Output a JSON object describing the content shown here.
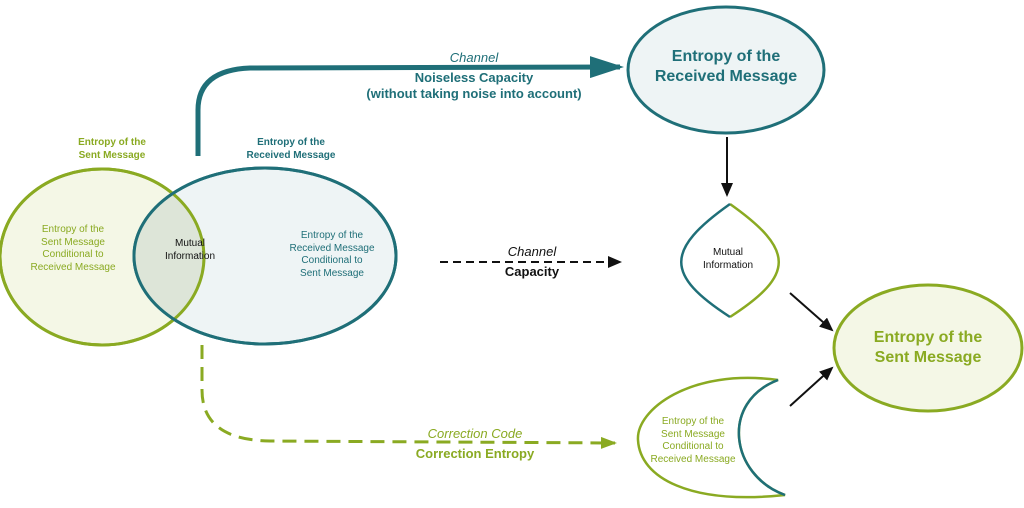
{
  "venn": {
    "sent_title": "Entropy of the\nSent Message",
    "received_title": "Entropy of the\nReceived Message",
    "left_region": "Entropy of  the\nSent Message\nConditional to\nReceived Message",
    "mutual": "Mutual\nInformation",
    "right_region": "Entropy of the\nReceived Message\nConditional to\nSent Message"
  },
  "top_arrow": {
    "italic": "Channel",
    "bold": "Noiseless Capacity\n(without taking noise into account)"
  },
  "middle_arrow": {
    "italic": "Channel",
    "bold": "Capacity"
  },
  "bottom_arrow": {
    "italic": "Correction Code",
    "bold": "Correction Entropy"
  },
  "nodes": {
    "received": "Entropy of the\nReceived Message",
    "mutual": "Mutual\nInformation",
    "sent": "Entropy of the\nSent Message",
    "conditional": "Entropy of  the\nSent Message\nConditional to\nReceived Message"
  },
  "colors": {
    "green": "#8aaa22",
    "teal": "#1f6f78",
    "green_fill": "#f4f7e6",
    "teal_fill": "#eef4f5",
    "overlap_fill": "#dde5d8"
  }
}
